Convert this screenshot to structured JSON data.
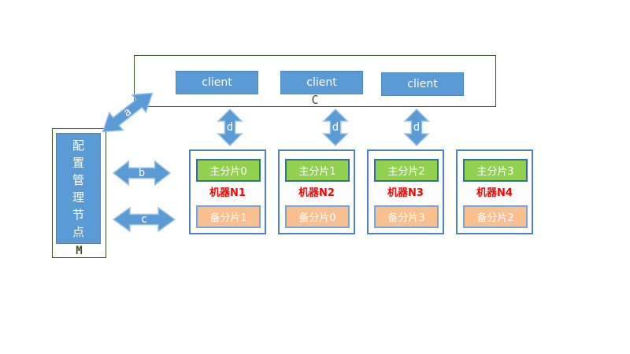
{
  "client_group": {
    "label": "C",
    "clients": [
      "client",
      "client",
      "client"
    ]
  },
  "config_node": {
    "title": "配置管理节点",
    "label": "M"
  },
  "arrow_labels": {
    "a": "a",
    "b": "b",
    "c": "c",
    "d": "d"
  },
  "machines": [
    {
      "name": "机器N1",
      "primary_shard": "主分片0",
      "backup_shard": "备分片1"
    },
    {
      "name": "机器N2",
      "primary_shard": "主分片1",
      "backup_shard": "备分片0"
    },
    {
      "name": "机器N3",
      "primary_shard": "主分片2",
      "backup_shard": "备分片3"
    },
    {
      "name": "机器N4",
      "primary_shard": "主分片3",
      "backup_shard": "备分片2"
    }
  ],
  "colors": {
    "accent_blue": "#5b9bd5",
    "container_border_green": "#375623",
    "machine_border_blue": "#4f81bd",
    "primary_shard_green": "#92d050",
    "primary_shard_border": "#31719c",
    "backup_shard_orange": "#fabf8f",
    "backup_shard_border": "#7ba7d7",
    "machine_name_red": "#ff0000",
    "label_green": "#375623"
  }
}
